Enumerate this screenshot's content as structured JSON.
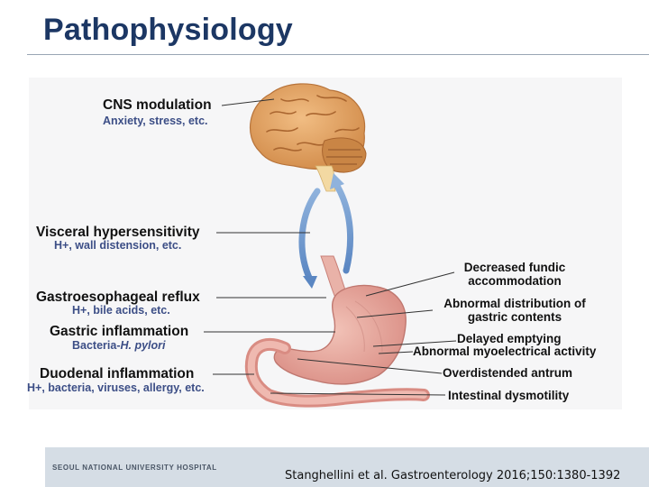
{
  "title": "Pathophysiology",
  "left_labels": [
    {
      "heading": "CNS modulation",
      "sub": "Anxiety, stress, etc."
    },
    {
      "heading": "Visceral hypersensitivity",
      "sub": "H+, wall distension, etc."
    },
    {
      "heading": "Gastroesophageal reflux",
      "sub": "H+, bile acids, etc."
    },
    {
      "heading": "Gastric inflammation",
      "sub_prefix": "Bacteria-",
      "sub_italic": "H. pylori"
    },
    {
      "heading": "Duodenal inflammation",
      "sub": "H+, bacteria, viruses, allergy, etc."
    }
  ],
  "right_labels": [
    {
      "line1": "Decreased fundic",
      "line2": "accommodation"
    },
    {
      "line1": "Abnormal distribution of",
      "line2": "gastric contents"
    },
    {
      "line1": "Delayed emptying"
    },
    {
      "line1": "Abnormal myoelectrical activity"
    },
    {
      "line1": "Overdistended antrum"
    },
    {
      "line1": "Intestinal dysmotility"
    }
  ],
  "footer": {
    "institution": "SEOUL NATIONAL UNIVERSITY HOSPITAL",
    "citation": "Stanghellini et al. Gastroenterology 2016;150:1380-1392"
  },
  "colors": {
    "title": "#1c3764",
    "sublabel": "#3c4e86",
    "brain": "#e3a464",
    "stomach": "#e7a39a",
    "footer_band": "#d5dde5"
  }
}
